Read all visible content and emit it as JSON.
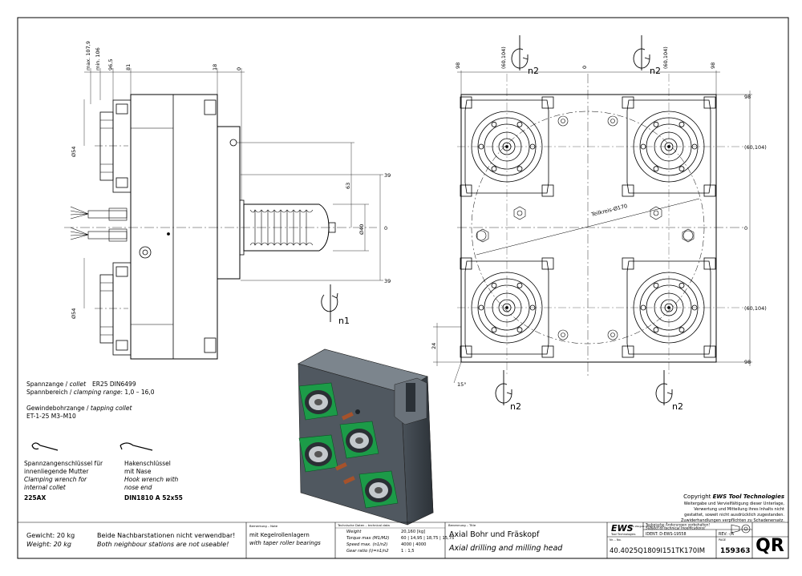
{
  "side_view": {
    "dims": [
      "max. 107,9",
      "min. 106",
      "96,5",
      "81",
      "18",
      "0"
    ],
    "right_dims": [
      "39",
      "63",
      "0",
      "39"
    ],
    "dia_top": "Ø54",
    "dia_bottom": "Ø54",
    "dia_shank": "Ø40",
    "rotation": "n1"
  },
  "front_view": {
    "top_dims": [
      "98",
      "(60,104)",
      "0",
      "(60,104)",
      "98"
    ],
    "right_dims": [
      "98",
      "(60,104)",
      "0",
      "(60,104)",
      "98"
    ],
    "pitch_circle": "Teilkreis-Ø170",
    "left_dim": "24",
    "angle": "15°",
    "rot_label": "n2"
  },
  "notes": {
    "collet_de": "Spannzange / ",
    "collet_en": "collet",
    "collet_val": "ER25    DIN6499",
    "range_de": "Spannbereich / ",
    "range_en": "clamping range",
    "range_val": ": 1,0 – 16,0",
    "tap_de": "Gewindebohrzange / ",
    "tap_en": "tapping collet",
    "tap_val": "ET-1-25    M3–M10"
  },
  "wrench1": {
    "l1": "Spannzangenschlüssel für",
    "l2": "innenliegende Mutter",
    "l3": "Clamping wrench for",
    "l4": "internal collet",
    "l5": "225AX"
  },
  "wrench2": {
    "l1": "Hakenschlüssel",
    "l2": "mit Nase",
    "l3": "Hook wrench with",
    "l4": "nose end",
    "l5": "DIN1810  A  52x55"
  },
  "copyright": {
    "l1a": "Copyright ",
    "l1b": "EWS Tool Technologies",
    "l2": "Weitergabe und Vervielfältigung dieser Unterlage,",
    "l3": "Verwertung und Mitteilung ihres Inhalts nicht",
    "l4": "gestattet, soweit nicht ausdrücklich zugestanden.",
    "l5": "Zuwiderhandlungen verpflichten zu Schadenersatz."
  },
  "title_block": {
    "weight_de": "Gewicht: 20 kg",
    "weight_en": "Weight: 20 kg",
    "warn_de": "Beide Nachbarstationen nicht verwendbar!",
    "warn_en": "Both neighbour stations are not useable!",
    "remark_hdr": "Bemerkung – Note",
    "remark_de": "mit Kegelrollenlagern",
    "remark_en": "with taper roller bearings",
    "tech_hdr": "Technische Daten – technical data",
    "tech_rows": [
      {
        "label": "Weight",
        "val": "20,160 [kg]"
      },
      {
        "label": "Torque max (M1/M2)",
        "val": "60 | 14,95 | 18,75 | 15,75"
      },
      {
        "label": "Speed max. (n1/n2)",
        "val": "4000 | 4000"
      },
      {
        "label": "Gear ratio (i)=n1/n2",
        "val": "1 : 1,5"
      }
    ],
    "name_hdr": "Benennung – Title",
    "name_de": "Axial Bohr und Fräskopf",
    "name_en": "Axial drilling and milling head",
    "logo": "EWS",
    "logo_sub": "Tool Technologies",
    "company": "EWS Weigele GmbH & Co. KG",
    "change_de": "Technische Änderungen vorbehalten!",
    "change_en": "Subject to technical modifications!",
    "ident": "IDENT: D-EWS-19558",
    "rev": "REV: -/A",
    "part_no_hdr": "Nr. – No.",
    "part_no": "40.4025Q1809I151TK170IM",
    "draw_no_hdr": "PAGE",
    "draw_no": "159363",
    "qr": "QR"
  }
}
